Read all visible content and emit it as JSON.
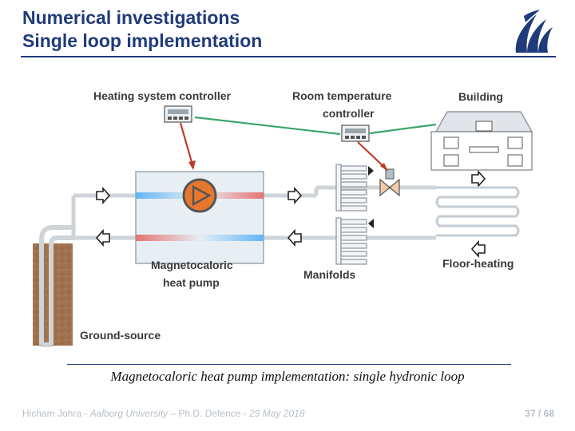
{
  "header": {
    "title_line1": "Numerical investigations",
    "title_line2": "Single loop implementation"
  },
  "diagram": {
    "labels": {
      "heating_controller": "Heating system controller",
      "room_temp_line1": "Room temperature",
      "room_temp_line2": "controller",
      "building": "Building",
      "heat_pump_line1": "Magnetocaloric",
      "heat_pump_line2": "heat pump",
      "manifolds": "Manifolds",
      "floor_heating": "Floor-heating",
      "ground_source": "Ground-source"
    },
    "colors": {
      "control_line_red": "#c0392b",
      "control_line_green": "#3aa66a",
      "hot_pipe": "#e57373",
      "cold_pipe": "#64b5f6",
      "pump_orange": "#e8772e",
      "pipe_grey": "#cfd4d9"
    }
  },
  "caption": "Magnetocaloric heat pump implementation: single hydronic loop",
  "footer": {
    "author": "Hicham Johra - ",
    "university": "Aalborg University",
    "event": " – Ph.D. Defence - ",
    "date": "29 May 2018",
    "page": "37 / 68"
  }
}
